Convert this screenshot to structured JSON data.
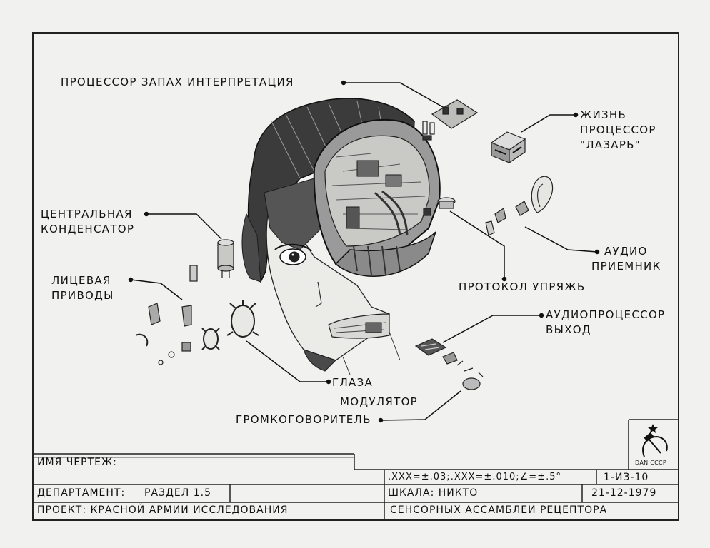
{
  "callouts": {
    "smell": "ПРОЦЕССОР ЗАПАХ ИНТЕРПРЕТАЦИЯ",
    "life_1": "ЖИЗНЬ",
    "life_2": "ПРОЦЕССОР",
    "life_3": "\"ЛАЗАРЬ\"",
    "capacitor_1": "ЦЕНТРАЛЬНАЯ",
    "capacitor_2": "КОНДЕНСАТОР",
    "facial_1": "ЛИЦЕВАЯ",
    "facial_2": "ПРИВОДЫ",
    "audio_recv_1": "АУДИО",
    "audio_recv_2": "ПРИЕМНИК",
    "harness": "ПРОТОКОЛ УПРЯЖЬ",
    "audio_proc_1": "АУДИОПРОЦЕССОР",
    "audio_proc_2": "ВЫХОД",
    "eyes": "ГЛАЗА",
    "modulator": "МОДУЛЯТОР",
    "speaker": "ГРОМКОГОВОРИТЕЛЬ"
  },
  "title_block": {
    "drawing_name_label": "ИМЯ ЧЕРТЕЖ:",
    "tolerance": ".XXX=±.03;.XXX=±.010;∠=±.5°",
    "sheet": "1-ИЗ-10",
    "department_label": "ДЕПАРТАМЕНТ:",
    "department_value": "РАЗДЕЛ 1.5",
    "scale": "ШКАЛА: НИКТО",
    "date": "21-12-1979",
    "project": "ПРОЕКТ: КРАСНОЙ АРМИИ ИССЛЕДОВАНИЯ",
    "assembly": "СЕНСОРНЫХ АССАМБЛЕИ РЕЦЕПТОРА",
    "stamp": "DAN СССР"
  }
}
